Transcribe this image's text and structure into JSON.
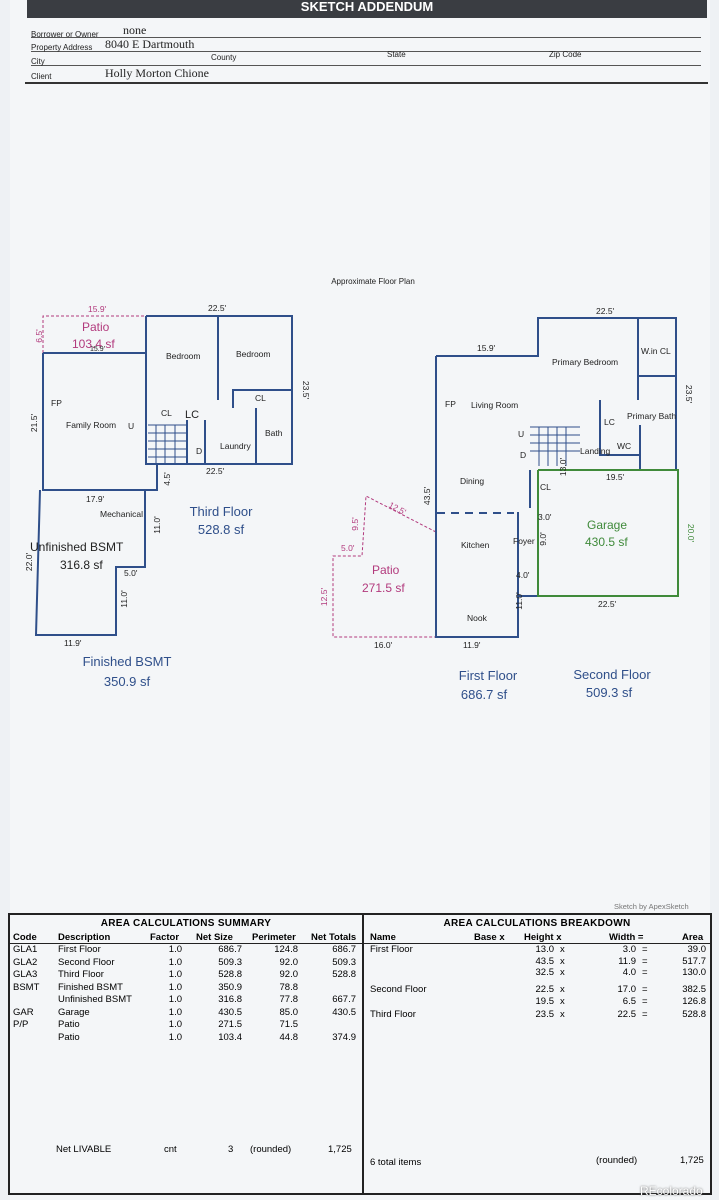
{
  "header": {
    "title": "SKETCH ADDENDUM",
    "fields": [
      {
        "label": "Borrower or Owner",
        "value": "none"
      },
      {
        "label": "Property Address",
        "value": "8040 E Dartmouth"
      },
      {
        "label": "City",
        "value": ""
      },
      {
        "label": "County",
        "value": ""
      },
      {
        "label": "State",
        "value": ""
      },
      {
        "label": "Zip Code",
        "value": ""
      },
      {
        "label": "Client",
        "value": "Holly Morton Chione"
      }
    ]
  },
  "plan": {
    "heading": "Approximate Floor Plan",
    "left_rooms": [
      "Patio",
      "103.4 sf",
      "Bedroom",
      "Bedroom",
      "CL",
      "FP",
      "Family Room",
      "U",
      "CL",
      "LC",
      "D",
      "Laundry",
      "Bath",
      "Mechanical",
      "Unfinished BSMT",
      "316.8 sf"
    ],
    "left_dims": [
      "15.9'",
      "6.5'",
      "22.5'",
      "23.5'",
      "21.5'",
      "22.5'",
      "4.5'",
      "17.9'",
      "11.0'",
      "22.0'",
      "5.0'",
      "11.0'",
      "11.9'",
      "15.9'"
    ],
    "left_labels": {
      "third_floor": "Third Floor",
      "third_floor_sf": "528.8 sf",
      "finished_bsmt": "Finished BSMT",
      "finished_bsmt_sf": "350.9 sf"
    },
    "right_rooms": [
      "Primary Bedroom",
      "W.in CL",
      "FP",
      "Living Room",
      "Primary Bath",
      "LC",
      "U",
      "WC",
      "D",
      "Landing",
      "Dining",
      "CL",
      "Garage",
      "430.5 sf",
      "Kitchen",
      "Foyer",
      "Patio",
      "271.5 sf",
      "Nook"
    ],
    "right_dims": [
      "22.5'",
      "15.9'",
      "23.5'",
      "13.0'",
      "19.5'",
      "43.5'",
      "12.5'",
      "9.5'",
      "3.0'",
      "9.0'",
      "20.0'",
      "5.0'",
      "4.0'",
      "12.5'",
      "11.0'",
      "22.5'",
      "16.0'",
      "11.9'"
    ],
    "right_labels": {
      "first_floor": "First Floor",
      "first_floor_sf": "686.7 sf",
      "second_floor": "Second Floor",
      "second_floor_sf": "509.3 sf"
    }
  },
  "sketch_by": "Sketch by ApexSketch",
  "summary": {
    "title": "AREA CALCULATIONS SUMMARY",
    "columns": [
      "Code",
      "Description",
      "Factor",
      "Net Size",
      "Perimeter",
      "Net Totals"
    ],
    "rows": [
      [
        "GLA1",
        "First Floor",
        "1.0",
        "686.7",
        "124.8",
        "686.7"
      ],
      [
        "GLA2",
        "Second Floor",
        "1.0",
        "509.3",
        "92.0",
        "509.3"
      ],
      [
        "GLA3",
        "Third Floor",
        "1.0",
        "528.8",
        "92.0",
        "528.8"
      ],
      [
        "BSMT",
        "Finished BSMT",
        "1.0",
        "350.9",
        "78.8",
        ""
      ],
      [
        "",
        "Unfinished BSMT",
        "1.0",
        "316.8",
        "77.8",
        "667.7"
      ],
      [
        "GAR",
        "Garage",
        "1.0",
        "430.5",
        "85.0",
        "430.5"
      ],
      [
        "P/P",
        "Patio",
        "1.0",
        "271.5",
        "71.5",
        ""
      ],
      [
        "",
        "Patio",
        "1.0",
        "103.4",
        "44.8",
        "374.9"
      ]
    ],
    "footer": {
      "label": "Net LIVABLE",
      "cnt_label": "cnt",
      "cnt": "3",
      "rounded": "(rounded)",
      "total": "1,725"
    }
  },
  "breakdown": {
    "title": "AREA CALCULATIONS BREAKDOWN",
    "columns": [
      "Name",
      "Base x",
      "Height x",
      "Width =",
      "Area"
    ],
    "rows": [
      [
        "First Floor",
        "",
        "13.0",
        "x",
        "3.0",
        "=",
        "39.0"
      ],
      [
        "",
        "",
        "43.5",
        "x",
        "11.9",
        "=",
        "517.7"
      ],
      [
        "",
        "",
        "32.5",
        "x",
        "4.0",
        "=",
        "130.0"
      ],
      [
        "Second Floor",
        "",
        "22.5",
        "x",
        "17.0",
        "=",
        "382.5"
      ],
      [
        "",
        "",
        "19.5",
        "x",
        "6.5",
        "=",
        "126.8"
      ],
      [
        "Third Floor",
        "",
        "23.5",
        "x",
        "22.5",
        "=",
        "528.8"
      ]
    ],
    "footer": {
      "items": "6 total items",
      "rounded": "(rounded)",
      "total": "1,725"
    }
  },
  "watermark": "REcolorado",
  "colors": {
    "blue": "#2f4f8a",
    "pink": "#b23a7d",
    "green": "#3f8a3a"
  }
}
